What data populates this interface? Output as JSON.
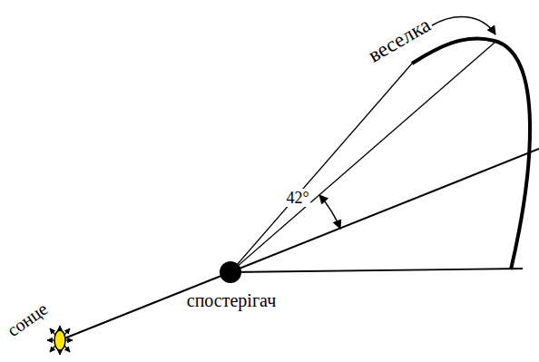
{
  "diagram": {
    "labels": [
      "веселка",
      "42°",
      "сонце",
      "спостерігач"
    ]
  }
}
